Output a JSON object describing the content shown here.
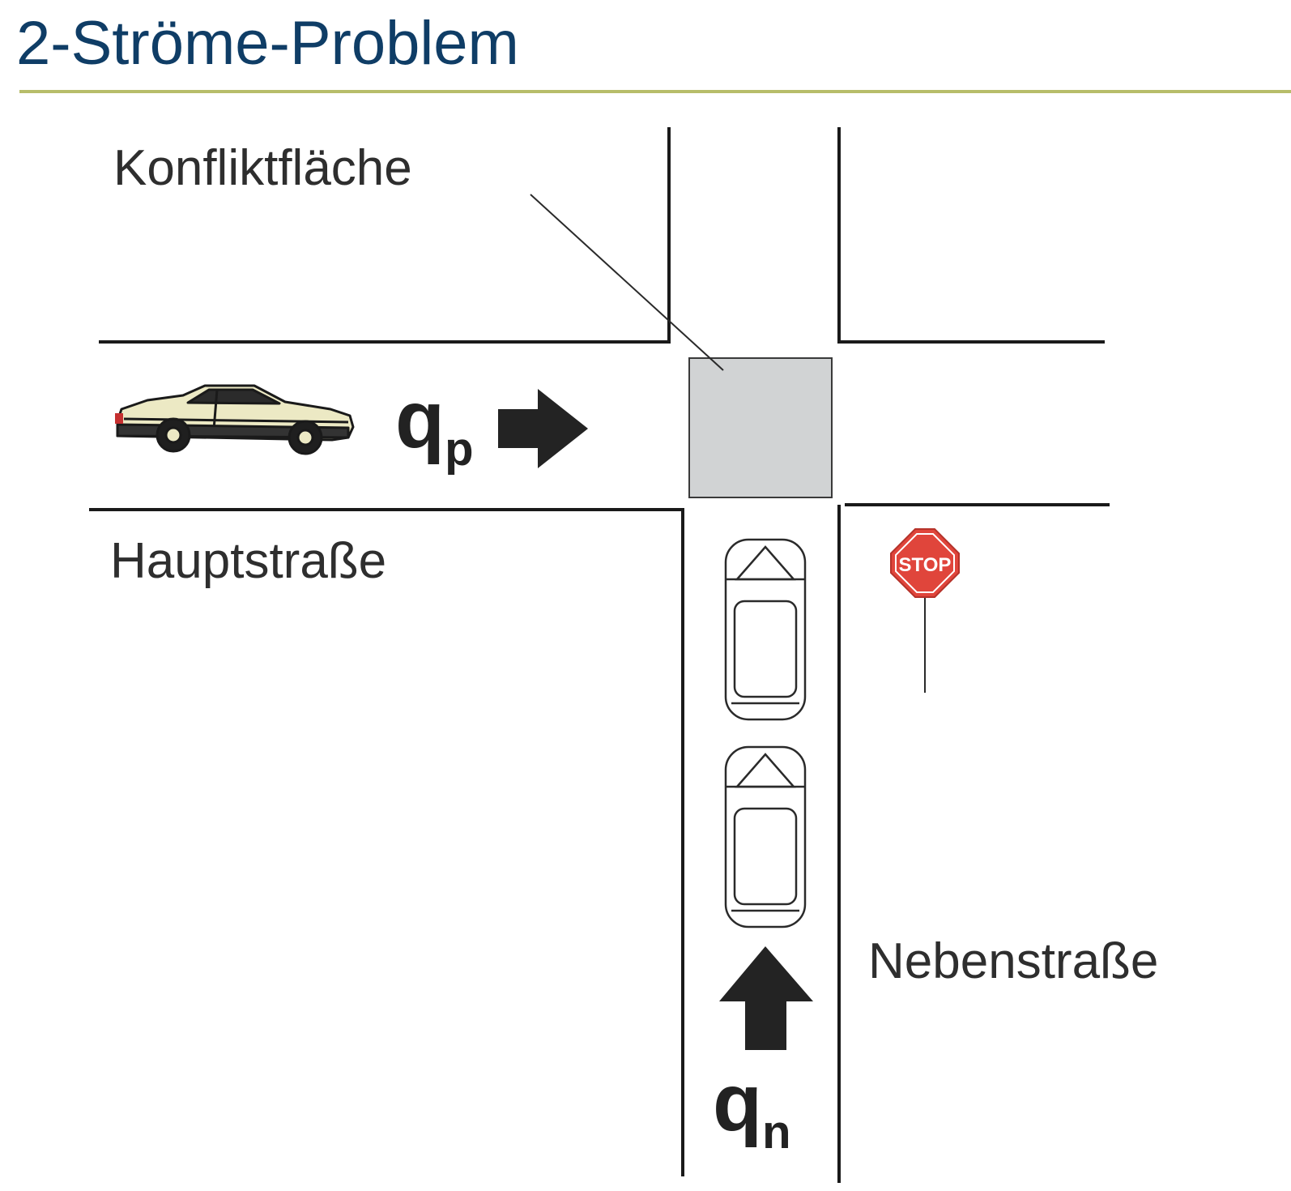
{
  "title": "2-Ströme-Problem",
  "labels": {
    "conflict_area": "Konfliktfläche",
    "main_road": "Hauptstraße",
    "side_road": "Nebenstraße",
    "stop_sign": "STOP"
  },
  "flows": {
    "main": {
      "symbol": "q",
      "subscript": "p"
    },
    "side": {
      "symbol": "q",
      "subscript": "n"
    }
  },
  "icons": [
    "sedan-car-icon",
    "top-view-car-icon",
    "stop-sign-icon",
    "arrow-right-icon",
    "arrow-up-icon"
  ],
  "colors": {
    "title": "#0f3d66",
    "rule": "#b7bd6a",
    "conflict_area": "#d1d3d4",
    "stop_sign": "#e0453b",
    "car_body": "#ece9c4"
  }
}
